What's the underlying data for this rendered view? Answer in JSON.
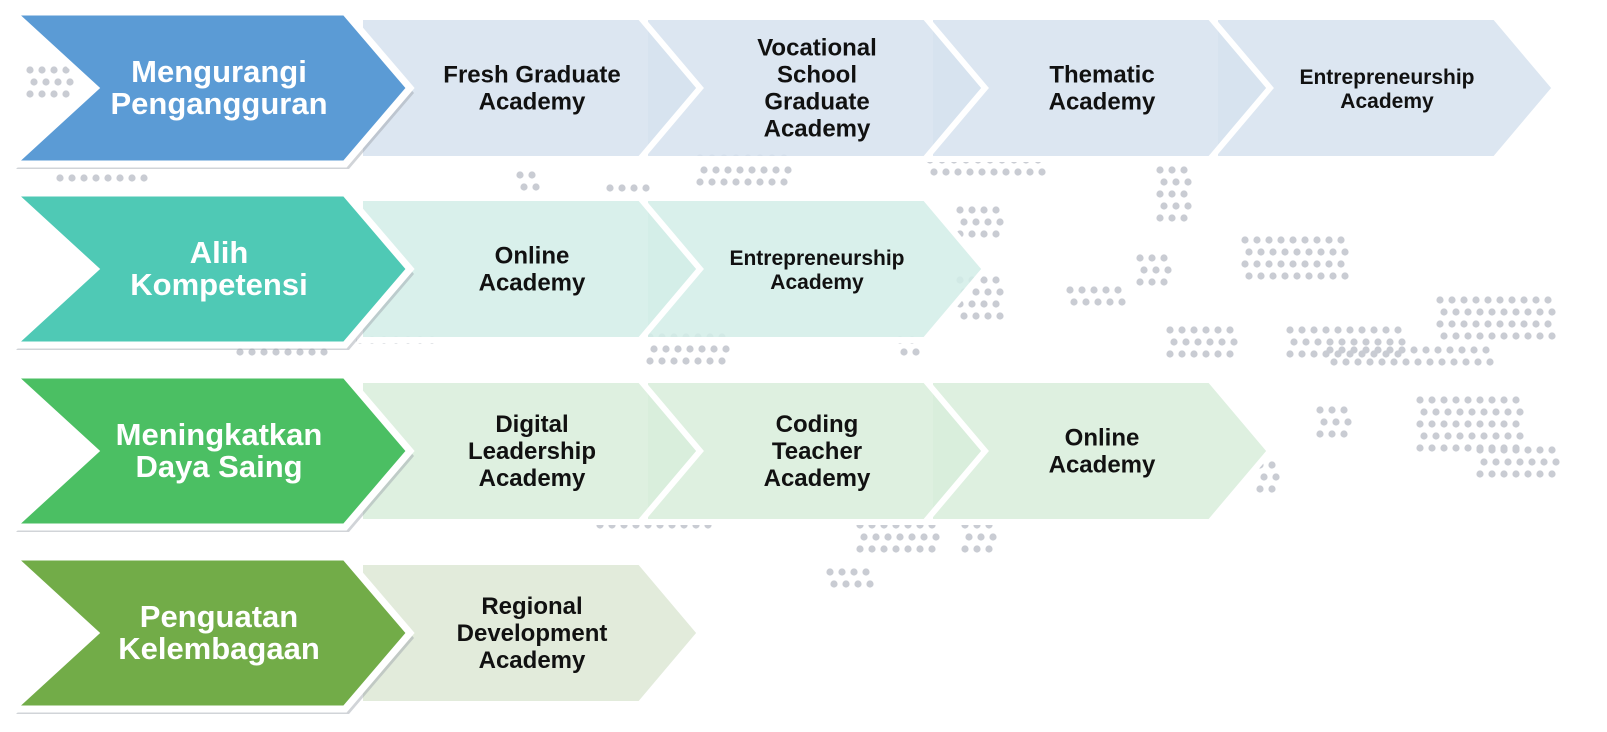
{
  "rows": [
    {
      "category": [
        "Mengurangi",
        "Pengangguran"
      ],
      "head_color": "#5B9BD5",
      "chevron_color": "#D6E2EF",
      "items": [
        [
          "Fresh Graduate",
          "Academy"
        ],
        [
          "Vocational",
          "School",
          "Graduate",
          "Academy"
        ],
        [
          "Thematic",
          "Academy"
        ],
        [
          "Entrepreneurship",
          "Academy"
        ]
      ]
    },
    {
      "category": [
        "Alih",
        "Kompetensi"
      ],
      "head_color": "#4FC9B5",
      "chevron_color": "#D2EDE8",
      "items": [
        [
          "Online",
          "Academy"
        ],
        [
          "Entrepreneurship",
          "Academy"
        ]
      ]
    },
    {
      "category": [
        "Meningkatkan",
        "Daya Saing"
      ],
      "head_color": "#4BBF63",
      "chevron_color": "#D8EDDB",
      "items": [
        [
          "Digital",
          "Leadership",
          "Academy"
        ],
        [
          "Coding",
          "Teacher",
          "Academy"
        ],
        [
          "Online",
          "Academy"
        ]
      ]
    },
    {
      "category": [
        "Penguatan",
        "Kelembagaan"
      ],
      "head_color": "#72AC48",
      "chevron_color": "#DDE8D5",
      "items": [
        [
          "Regional",
          "Development",
          "Academy"
        ]
      ]
    }
  ]
}
